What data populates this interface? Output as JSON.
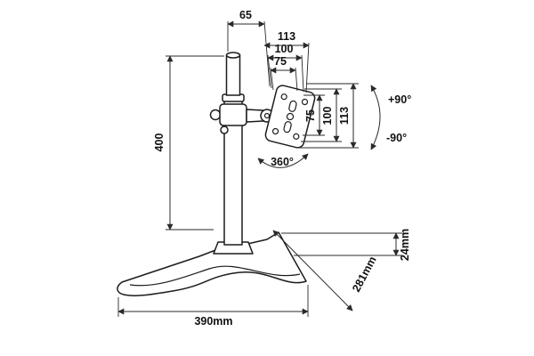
{
  "diagram": {
    "colors": {
      "line": "#1c1c1c",
      "dim_line": "#2a2a2a",
      "text": "#111111",
      "background": "#ffffff"
    },
    "labels": {
      "top_offset": "65",
      "plate_width_113": "113",
      "plate_width_100": "100",
      "plate_width_75": "75",
      "plate_height_75": "75",
      "plate_height_100": "100",
      "plate_height_113": "113",
      "pole_height": "400",
      "tilt_up": "+90°",
      "tilt_down": "-90°",
      "swivel": "360°",
      "base_thickness": "24mm",
      "base_depth": "281mm",
      "base_width": "390mm"
    }
  }
}
